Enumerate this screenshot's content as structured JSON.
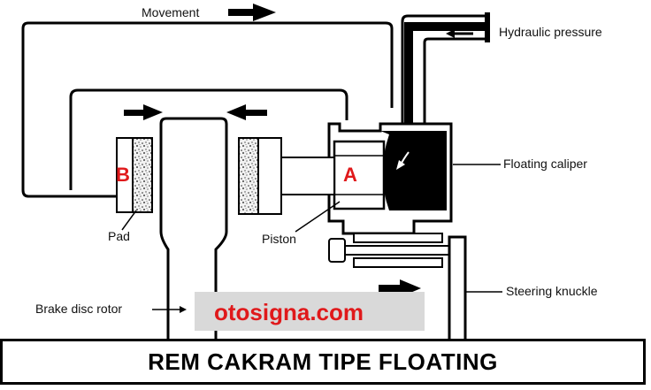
{
  "labels": {
    "movement": "Movement",
    "hydraulic_pressure": "Hydraulic pressure",
    "floating_caliper": "Floating caliper",
    "pad": "Pad",
    "piston": "Piston",
    "brake_disc_rotor": "Brake disc rotor",
    "steering_knuckle": "Steering knuckle",
    "marker_a": "A",
    "marker_b": "B"
  },
  "watermark": "otosigna.com",
  "title": "REM CAKRAM TIPE FLOATING",
  "colors": {
    "marker": "#e0191b",
    "watermark_bg": "#d9d9d9",
    "ink": "#000000"
  }
}
